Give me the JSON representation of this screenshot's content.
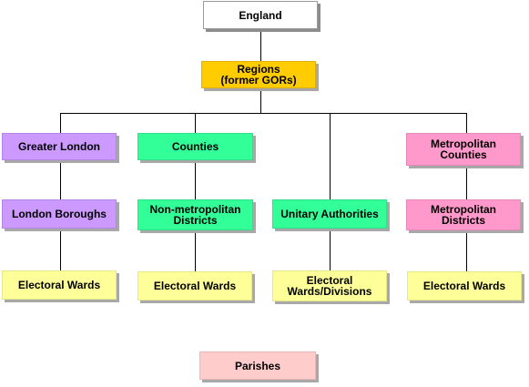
{
  "nodes": {
    "england": "England",
    "regions": "Regions\n(former GORs)",
    "greater_london": "Greater London",
    "counties": "Counties",
    "metropolitan_counties": "Metropolitan\nCounties",
    "london_boroughs": "London Boroughs",
    "non_metropolitan_districts": "Non-metropolitan\nDistricts",
    "unitary_authorities": "Unitary Authorities",
    "metropolitan_districts": "Metropolitan\nDistricts",
    "electoral_wards_1": "Electoral Wards",
    "electoral_wards_2": "Electoral Wards",
    "electoral_wards_divisions": "Electoral\nWards/Divisions",
    "electoral_wards_4": "Electoral Wards",
    "parishes": "Parishes"
  },
  "colors": {
    "regions": "#ffcc00",
    "greater_london": "#cc99ff",
    "counties": "#33ff99",
    "metropolitan": "#ff99cc",
    "electoral_wards": "#ffff99",
    "parishes": "#ffcccc",
    "connector": "#000000"
  }
}
